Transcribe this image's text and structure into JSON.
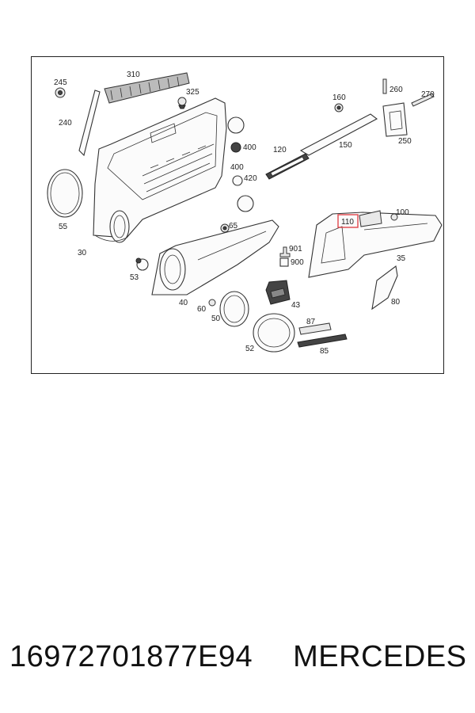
{
  "diagram": {
    "labels": [
      "245",
      "310",
      "325",
      "240",
      "160",
      "260",
      "270",
      "250",
      "400",
      "120",
      "150",
      "400",
      "420",
      "55",
      "65",
      "100",
      "110",
      "30",
      "901",
      "900",
      "35",
      "53",
      "80",
      "40",
      "43",
      "60",
      "50",
      "87",
      "52",
      "85"
    ],
    "highlighted_label": "110",
    "highlight_color": "#e0474c"
  },
  "caption": {
    "part_number": "16972701877E94",
    "brand": "MERCEDES"
  }
}
